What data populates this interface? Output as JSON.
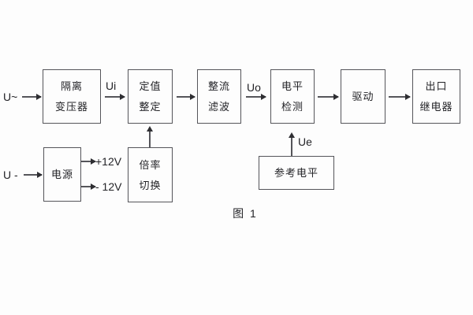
{
  "figure": {
    "caption": "图 1",
    "inputs": {
      "ac": "U~",
      "dc": "U -"
    },
    "signals": {
      "ui": "Ui",
      "uo": "Uo",
      "ue": "Ue"
    },
    "power_rails": {
      "positive": "+12V",
      "negative": "- 12V"
    },
    "blocks": {
      "isolation_transformer": {
        "line1": "隔离",
        "line2": "变压器"
      },
      "setting_adjustment": {
        "line1": "定值",
        "line2": "整定"
      },
      "rectifier_filter": {
        "line1": "整流",
        "line2": "滤波"
      },
      "level_detection": {
        "line1": "电平",
        "line2": "检测"
      },
      "driver": {
        "line1": "驱动"
      },
      "output_relay": {
        "line1": "出口",
        "line2": "继电器"
      },
      "power_supply": {
        "line1": "电源"
      },
      "ratio_switching": {
        "line1": "倍率",
        "line2": "切换"
      },
      "reference_level": {
        "line1": "参考电平"
      }
    },
    "colors": {
      "line": "#55555a",
      "arrow": "#2e2e32",
      "text": "#232327",
      "background": "#fdfdfd"
    }
  }
}
